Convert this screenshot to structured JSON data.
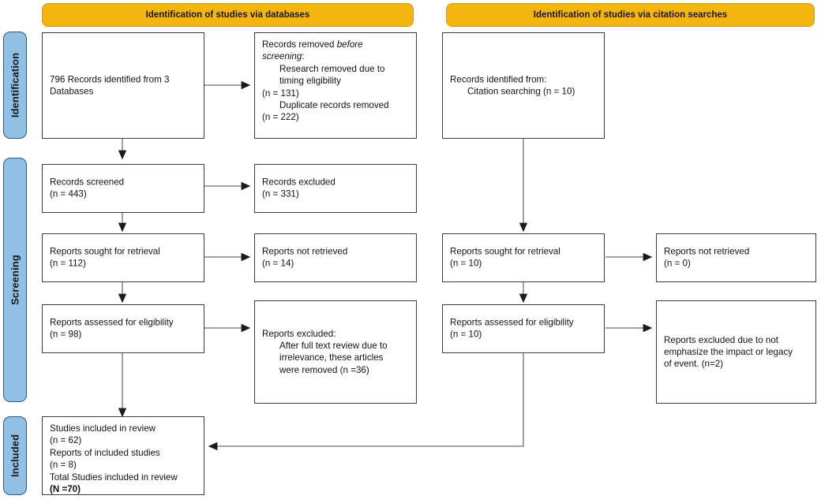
{
  "figure": {
    "type": "prisma-flow-diagram",
    "colors": {
      "header_bar": "#f6b40e",
      "phase_band": "#92c0e5",
      "box_border": "#3c3c3c",
      "connector": "#6e6e6e"
    }
  },
  "phase_bands": [
    {
      "id": "identification",
      "label": "Identification"
    },
    {
      "id": "screening",
      "label": "Screening"
    },
    {
      "id": "included",
      "label": "Included"
    }
  ],
  "columns": [
    {
      "id": "databases",
      "header": "Identification of studies via databases"
    },
    {
      "id": "citation",
      "header": "Identification of studies via citation searches"
    }
  ],
  "boxes": {
    "db_records_identified": {
      "line1": "796 Records identified from 3",
      "line2": "Databases"
    },
    "db_records_removed": {
      "line1": "Records removed ",
      "line1_italic": "before",
      "line2_italic": "screening",
      "line2_colon": ":",
      "sub1": "Research removed due to",
      "sub2": "timing eligibility",
      "sub3": "(n = 131)",
      "sub4": "Duplicate records removed",
      "sub5": "(n = 222)"
    },
    "db_records_screened": {
      "line1": "Records screened",
      "line2": "(n = 443)"
    },
    "db_records_excluded": {
      "line1": "Records excluded",
      "line2": "(n = 331)"
    },
    "db_reports_sought": {
      "line1": "Reports sought for retrieval",
      "line2": "(n = 112)"
    },
    "db_reports_not_retrieved": {
      "line1": "Reports not retrieved",
      "line2": "(n = 14)"
    },
    "db_reports_assessed": {
      "line1": "Reports assessed for eligibility",
      "line2": "(n = 98)"
    },
    "db_reports_excluded": {
      "line1": "Reports excluded:",
      "sub1": "After full text review due to",
      "sub2": "irrelevance, these articles",
      "sub3": "were removed (n =36)"
    },
    "cit_records_identified": {
      "line1": "Records identified from:",
      "sub1": "Citation searching (n = 10)"
    },
    "cit_reports_sought": {
      "line1": "Reports sought for retrieval",
      "line2": "(n = 10)"
    },
    "cit_reports_not_retrieved": {
      "line1": "Reports not retrieved",
      "line2": "(n = 0)"
    },
    "cit_reports_assessed": {
      "line1": "Reports assessed for eligibility",
      "line2": "(n = 10)"
    },
    "cit_reports_excluded": {
      "line1": "Reports excluded due to not",
      "line2": "emphasize the impact or legacy",
      "line3": "of event. (n=2)"
    },
    "studies_included": {
      "line1": "Studies included in review",
      "line2": "(n = 62)",
      "line3": "Reports of included studies",
      "line4": "(n = 8)",
      "line5": "Total Studies included in review",
      "line6": "(N =70)"
    }
  }
}
